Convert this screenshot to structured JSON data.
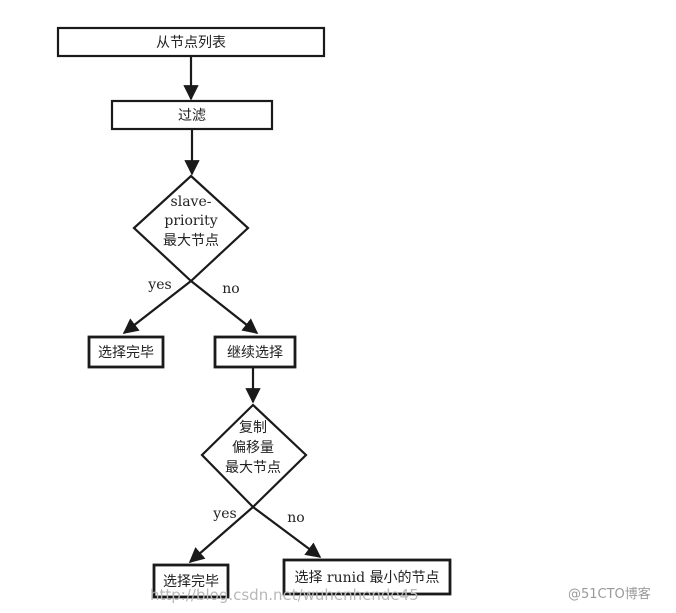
{
  "nodes": {
    "start": "从节点列表",
    "filter": "过滤",
    "priority_check": [
      "slave-",
      "priority",
      "最大节点"
    ],
    "select_done_1": "选择完毕",
    "continue_select": "继续选择",
    "offset_check": [
      "复制",
      "偏移量",
      "最大节点"
    ],
    "select_done_2": "选择完毕",
    "select_min_runid": "选择 runid 最小的节点"
  },
  "edges": {
    "priority_yes": "yes",
    "priority_no": "no",
    "offset_yes": "yes",
    "offset_no": "no"
  },
  "watermark": {
    "url": "http://blog.csdn.net/wuhenhende45",
    "brand": "@51CTO博客"
  }
}
